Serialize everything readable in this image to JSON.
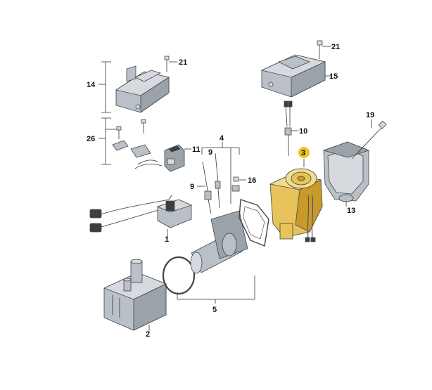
{
  "labels": {
    "p1": "1",
    "p2": "2",
    "p3": "3",
    "p4": "4",
    "p5": "5",
    "p9a": "9",
    "p9b": "9",
    "p10": "10",
    "p11": "11",
    "p13": "13",
    "p14": "14",
    "p15": "15",
    "p16": "16",
    "p19": "19",
    "p21a": "21",
    "p21b": "21",
    "p26": "26"
  },
  "colors": {
    "highlight_part": "#e8c25a",
    "highlight_badge": "#f2c21b",
    "part_grey": "#b9c0c7"
  }
}
